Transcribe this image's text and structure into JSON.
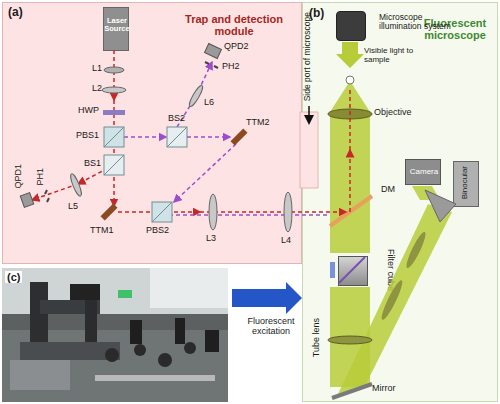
{
  "diagram": {
    "nodes": [
      {
        "text": [
          "(a)",
          "Trap and detection module"
        ]
      },
      {
        "text": [
          "Laser Source"
        ],
        "in": 0
      },
      {
        "text": [
          "(b)",
          "Fluorescent microscope"
        ]
      },
      {
        "text": [
          "Microscope illumination system"
        ],
        "in": 2
      },
      {
        "text": [
          "Camera"
        ],
        "in": 2
      },
      {
        "text": [
          "Binocular"
        ],
        "in": 2
      },
      {
        "text": [
          "Filter cube"
        ],
        "in": 2
      }
    ],
    "labels": [
      "L1",
      "L2",
      "HWP",
      "PBS1",
      "BS1",
      "QPD1",
      "PH1",
      "L5",
      "TTM1",
      "PBS2",
      "L3",
      "L4",
      "QPD2",
      "PH2",
      "L6",
      "BS2",
      "TTM2",
      "Side port of microscope",
      "Visible light to sample",
      "Objective",
      "DM",
      "Tube lens",
      "Mirror",
      "Fluorescent excitation",
      "(c)"
    ]
  }
}
